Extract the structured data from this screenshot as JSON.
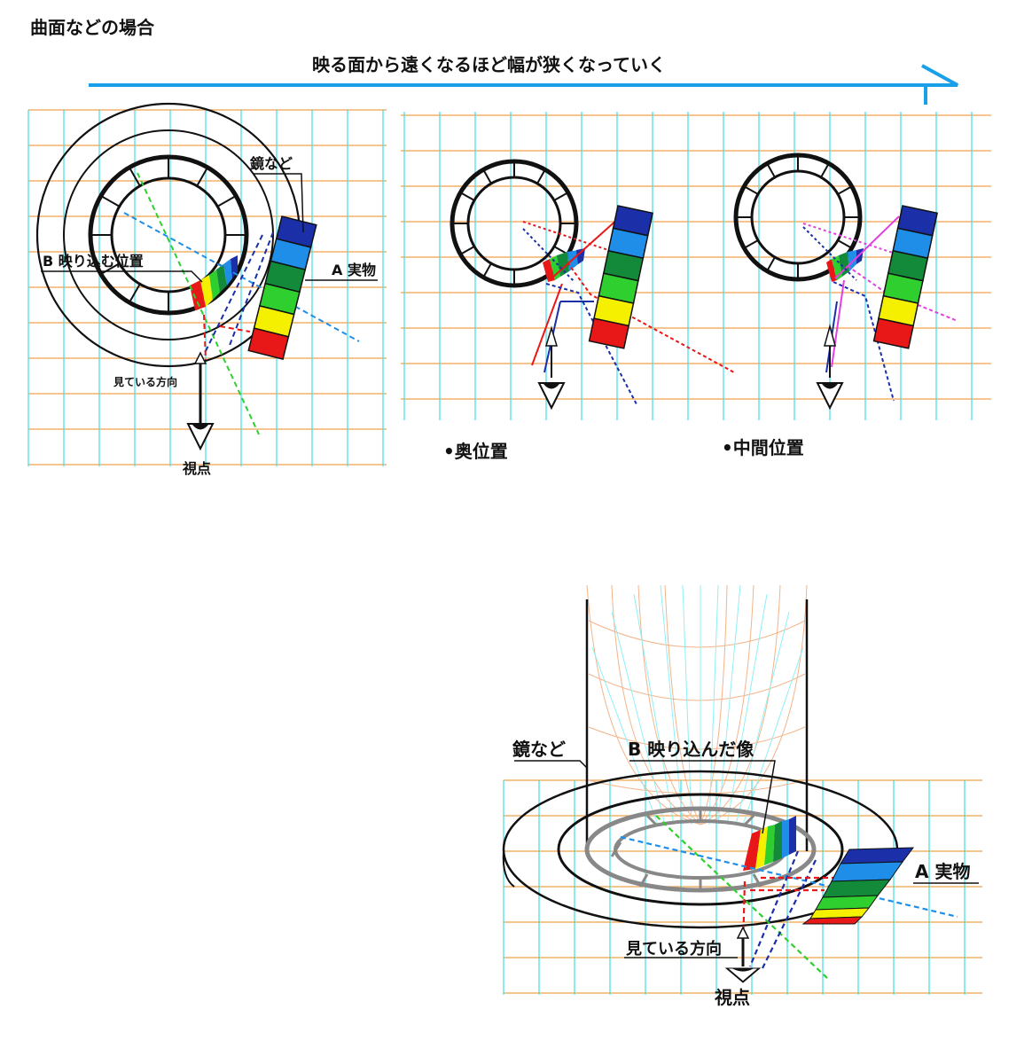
{
  "page": {
    "heading": "曲面などの場合",
    "arrow_caption": "映る面から遠くなるほど幅が狭くなっていく"
  },
  "panel_left": {
    "mirror_label": "鏡など",
    "reflect_label": "B 映り込む位置",
    "object_label": "A 実物",
    "direction_label": "見ている方向",
    "viewpoint_label": "視点"
  },
  "panel_back": {
    "caption": "•奥位置"
  },
  "panel_middle": {
    "caption": "•中間位置"
  },
  "panel_3d": {
    "mirror_label": "鏡など",
    "reflect_label": "B 映り込んだ像",
    "object_label": "A 実物",
    "direction_label": "見ている方向",
    "viewpoint_label": "視点"
  },
  "colors": {
    "grid_vertical": "#3fdce8",
    "grid_horizontal": "#f0a04a",
    "direction_arrow": "#19a0e8",
    "stripe_blue_dark": "#1a2fa8",
    "stripe_blue": "#1e8ee8",
    "stripe_green_dark": "#128a3a",
    "stripe_green": "#2fcf2f",
    "stripe_yellow": "#f4f000",
    "stripe_red": "#e81818"
  }
}
